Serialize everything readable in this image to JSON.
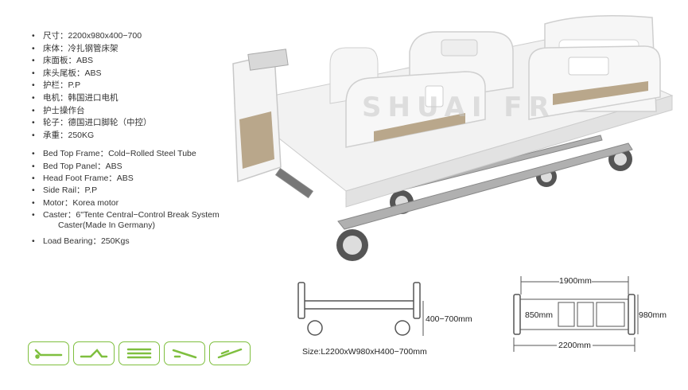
{
  "specs_cn": [
    "尺寸：2200x980x400−700",
    "床体：冷扎钢管床架",
    "床面板：ABS",
    "床头尾板：ABS",
    "护栏：P.P",
    "电机：韩国进口电机",
    "护士操作台",
    "轮子：德国进口脚轮（中控）",
    "承重：250KG"
  ],
  "specs_en": [
    "Bed Top Frame：Cold−Rolled Steel Tube",
    "Bed Top Panel：ABS",
    "Head Foot Frame：ABS",
    "Side Rail：P.P",
    "Motor：Korea motor"
  ],
  "caster": {
    "line1": "Caster：6\"Tente Central−Control Break System",
    "line2": "Caster(Made In Germany)"
  },
  "load": "Load Bearing：250Kgs",
  "watermark": "SHUAI FR",
  "side_diagram": {
    "height_label": "400−700mm",
    "size_label": "Size:L2200xW980xH400−700mm"
  },
  "top_diagram": {
    "inner_length": "1900mm",
    "inner_width": "850mm",
    "outer_width": "980mm",
    "outer_length": "2200mm"
  },
  "position_icons": [
    "flat-position-icon",
    "fowler-position-icon",
    "height-adjust-icon",
    "trendelenburg-icon",
    "reverse-trendelenburg-icon"
  ],
  "colors": {
    "accent_green": "#7fbf3f",
    "panel_beige": "#b9a78b",
    "frame_gray": "#9a9a9a"
  }
}
